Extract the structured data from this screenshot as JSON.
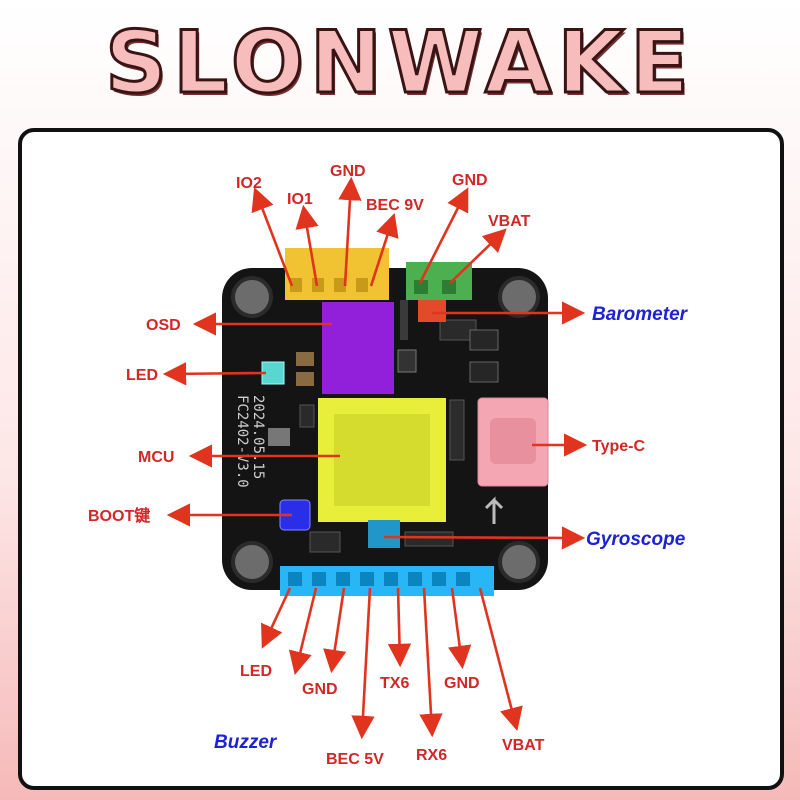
{
  "brand": {
    "title": "SLONWAKE"
  },
  "board": {
    "silkscreen_line1": "FC2402-V3.0",
    "silkscreen_line2": "2024.05.15"
  },
  "labels": {
    "io2": "IO2",
    "io1": "IO1",
    "gnd_top": "GND",
    "bec9v": "BEC 9V",
    "gnd_top_right": "GND",
    "vbat_top": "VBAT",
    "osd": "OSD",
    "led_left": "LED",
    "mcu": "MCU",
    "boot": "BOOT键",
    "barometer": "Barometer",
    "typec": "Type-C",
    "gyroscope": "Gyroscope",
    "led_bottom": "LED",
    "gnd_b1": "GND",
    "buzzer": "Buzzer",
    "bec5v": "BEC 5V",
    "tx6": "TX6",
    "rx6": "RX6",
    "gnd_b2": "GND",
    "vbat_bottom": "VBAT"
  },
  "colors": {
    "label_red": "#d42626",
    "label_blue": "#1d22d6",
    "arrow": "#e0341e",
    "connector_yellow": "#f1c232",
    "connector_green": "#4caf50",
    "connector_cyan": "#29b6f6",
    "osd_purple": "#a020f0",
    "mcu_yellow": "#e8ee3a",
    "typec_pink": "#f4a6b3",
    "pcb": "#141414"
  }
}
